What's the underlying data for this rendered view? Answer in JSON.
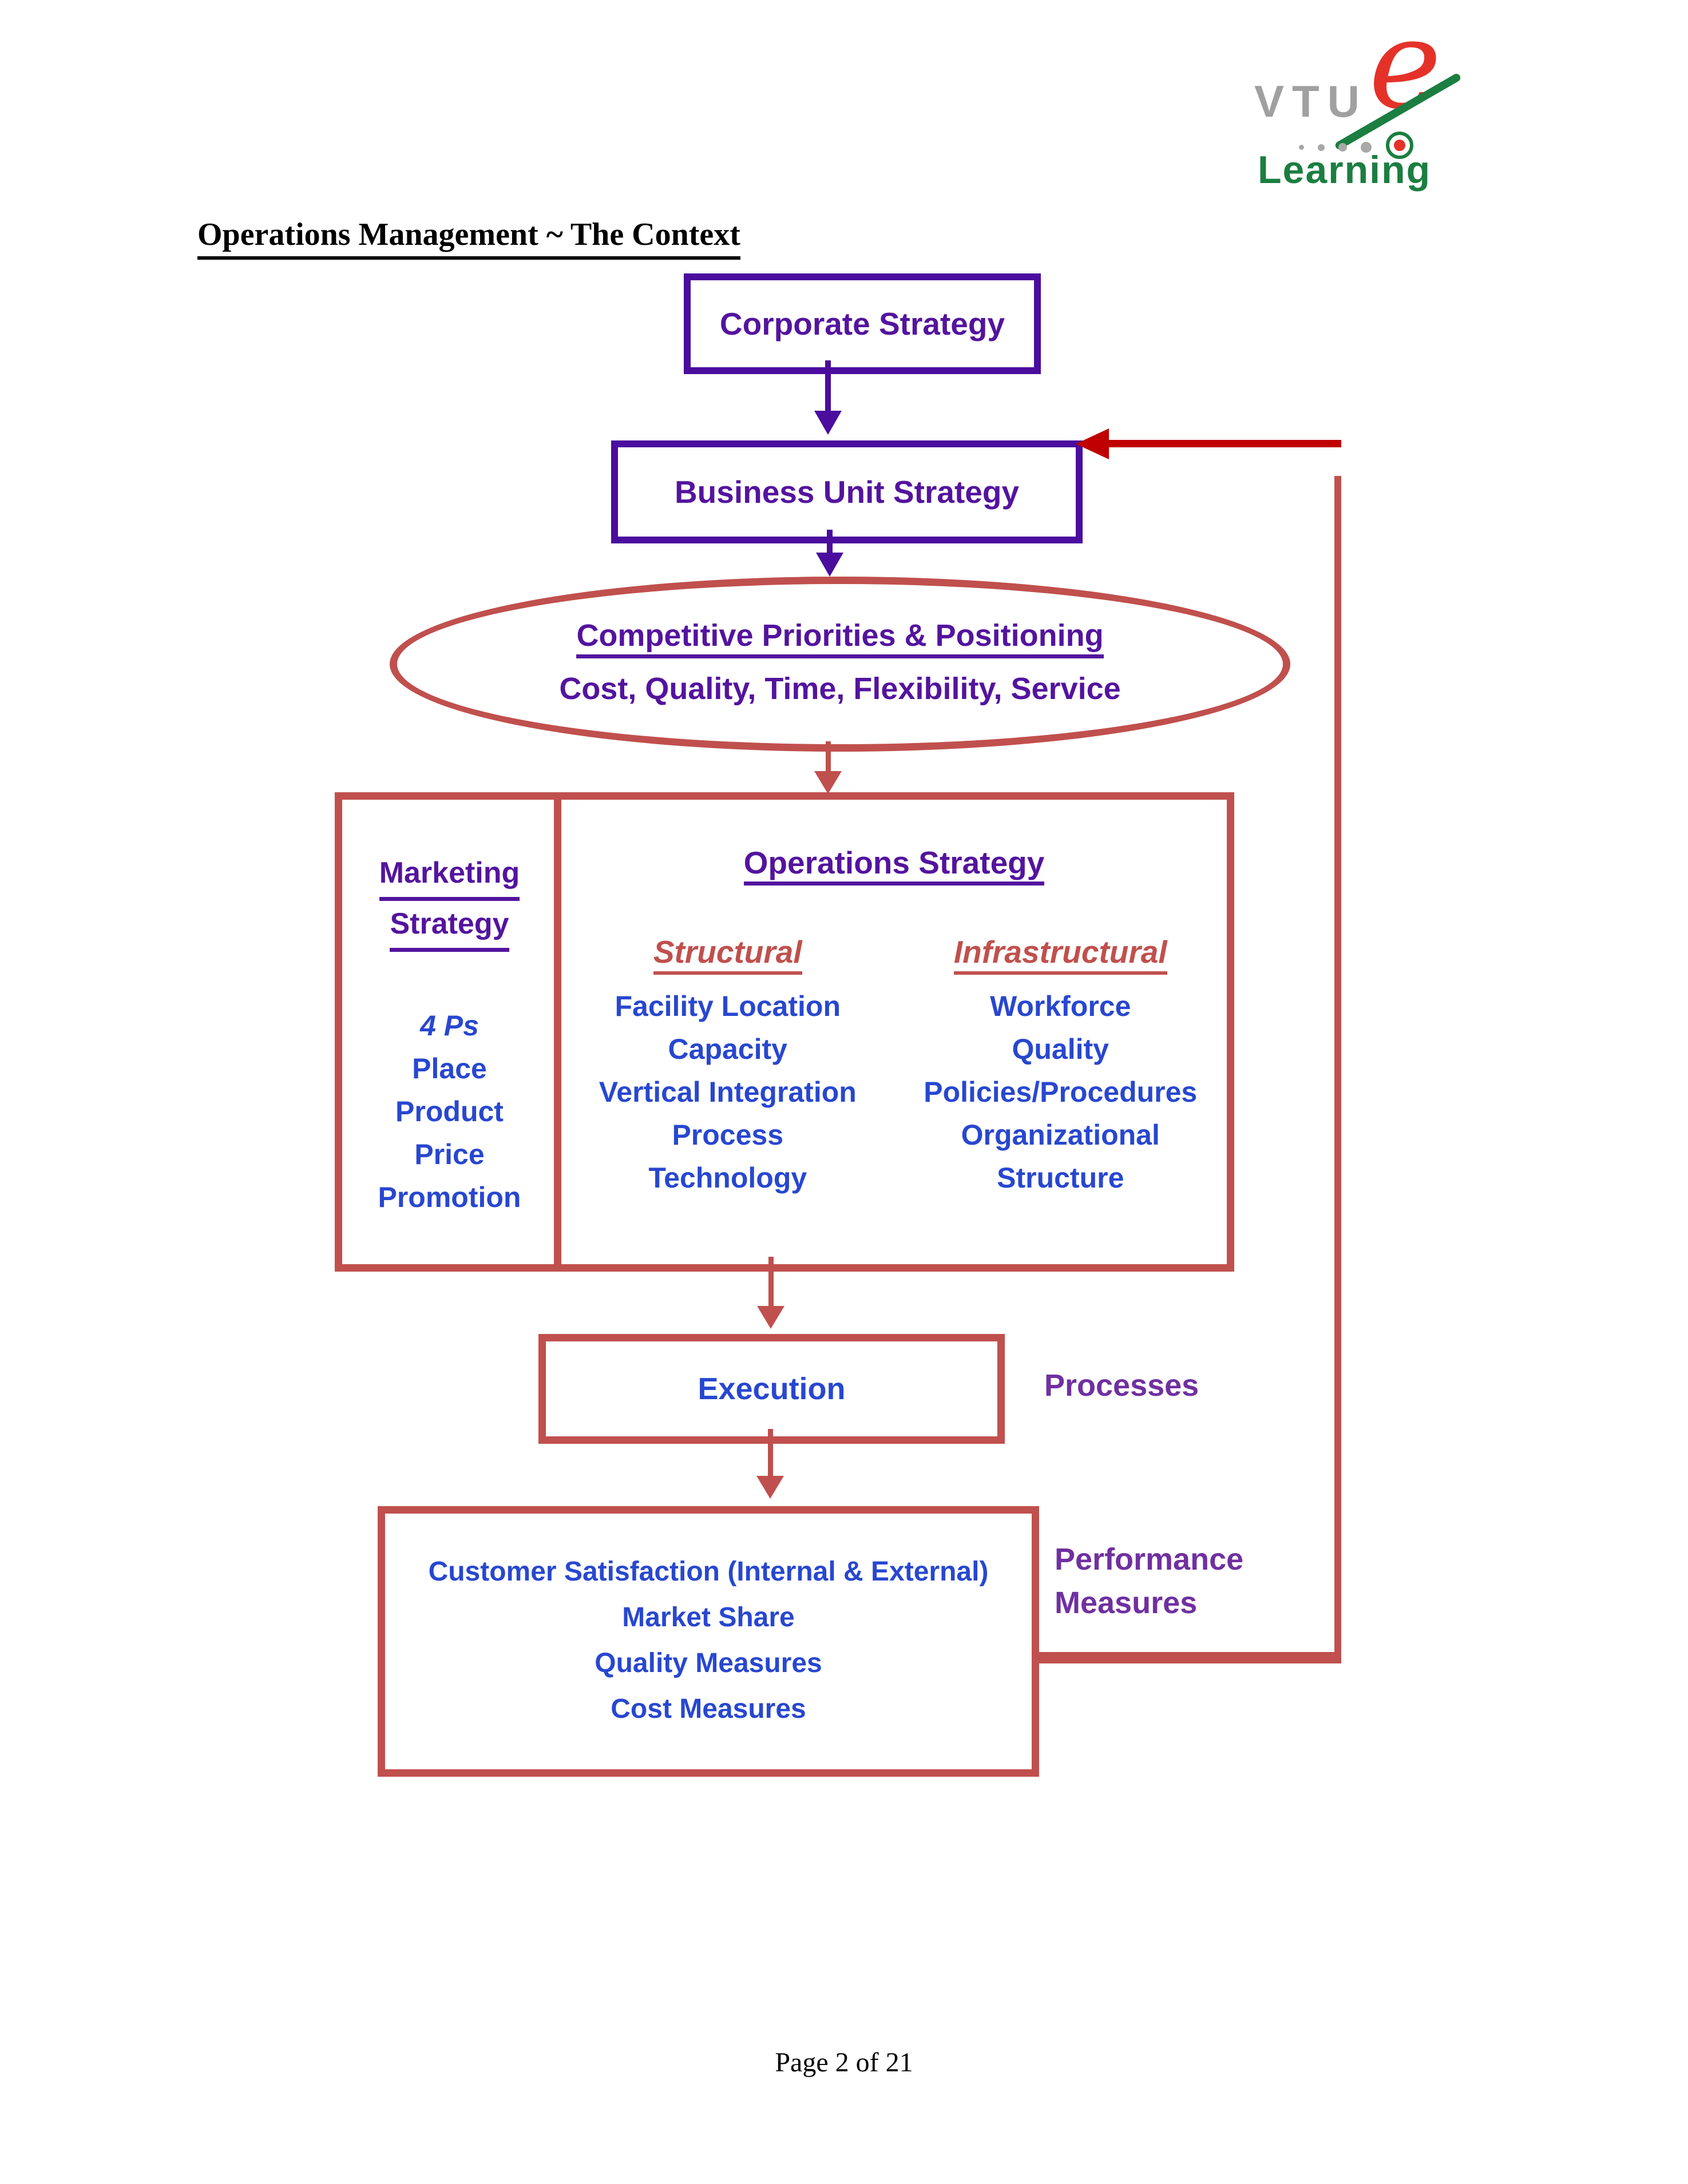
{
  "page": {
    "title": "Operations Management ~ The Context",
    "footer": "Page 2 of 21"
  },
  "logo": {
    "vtu": "VTU",
    "e": "e",
    "learning": "Learning"
  },
  "flowchart": {
    "corporate": "Corporate Strategy",
    "business_unit": "Business Unit Strategy",
    "priorities_title": "Competitive Priorities & Positioning",
    "priorities_items": "Cost, Quality, Time, Flexibility, Service",
    "marketing_title_1": "Marketing",
    "marketing_title_2": "Strategy",
    "marketing_items": [
      "4 Ps",
      "Place",
      "Product",
      "Price",
      "Promotion"
    ],
    "operations_title": "Operations Strategy",
    "structural_title": "Structural",
    "structural_items": [
      "Facility Location",
      "Capacity",
      "Vertical Integration",
      "Process",
      "Technology"
    ],
    "infrastructural_title": "Infrastructural",
    "infrastructural_items": [
      "Workforce",
      "Quality",
      "Policies/Procedures",
      "Organizational",
      "Structure"
    ],
    "execution": "Execution",
    "processes_label": "Processes",
    "customer_lines": [
      "Customer Satisfaction (Internal & External)",
      "Market Share",
      "Quality Measures",
      "Cost Measures"
    ],
    "performance_label_1": "Performance",
    "performance_label_2": "Measures"
  },
  "colors": {
    "purple_border": "#4a0d9e",
    "purple_text": "#53149e",
    "label_purple": "#7030a0",
    "blue_text": "#2847d0",
    "red_border": "#c0504d",
    "feedback_arrow_red": "#c00000",
    "logo_gray": "#a0a0a0",
    "logo_green": "#1c7e41",
    "logo_red": "#e53229"
  }
}
